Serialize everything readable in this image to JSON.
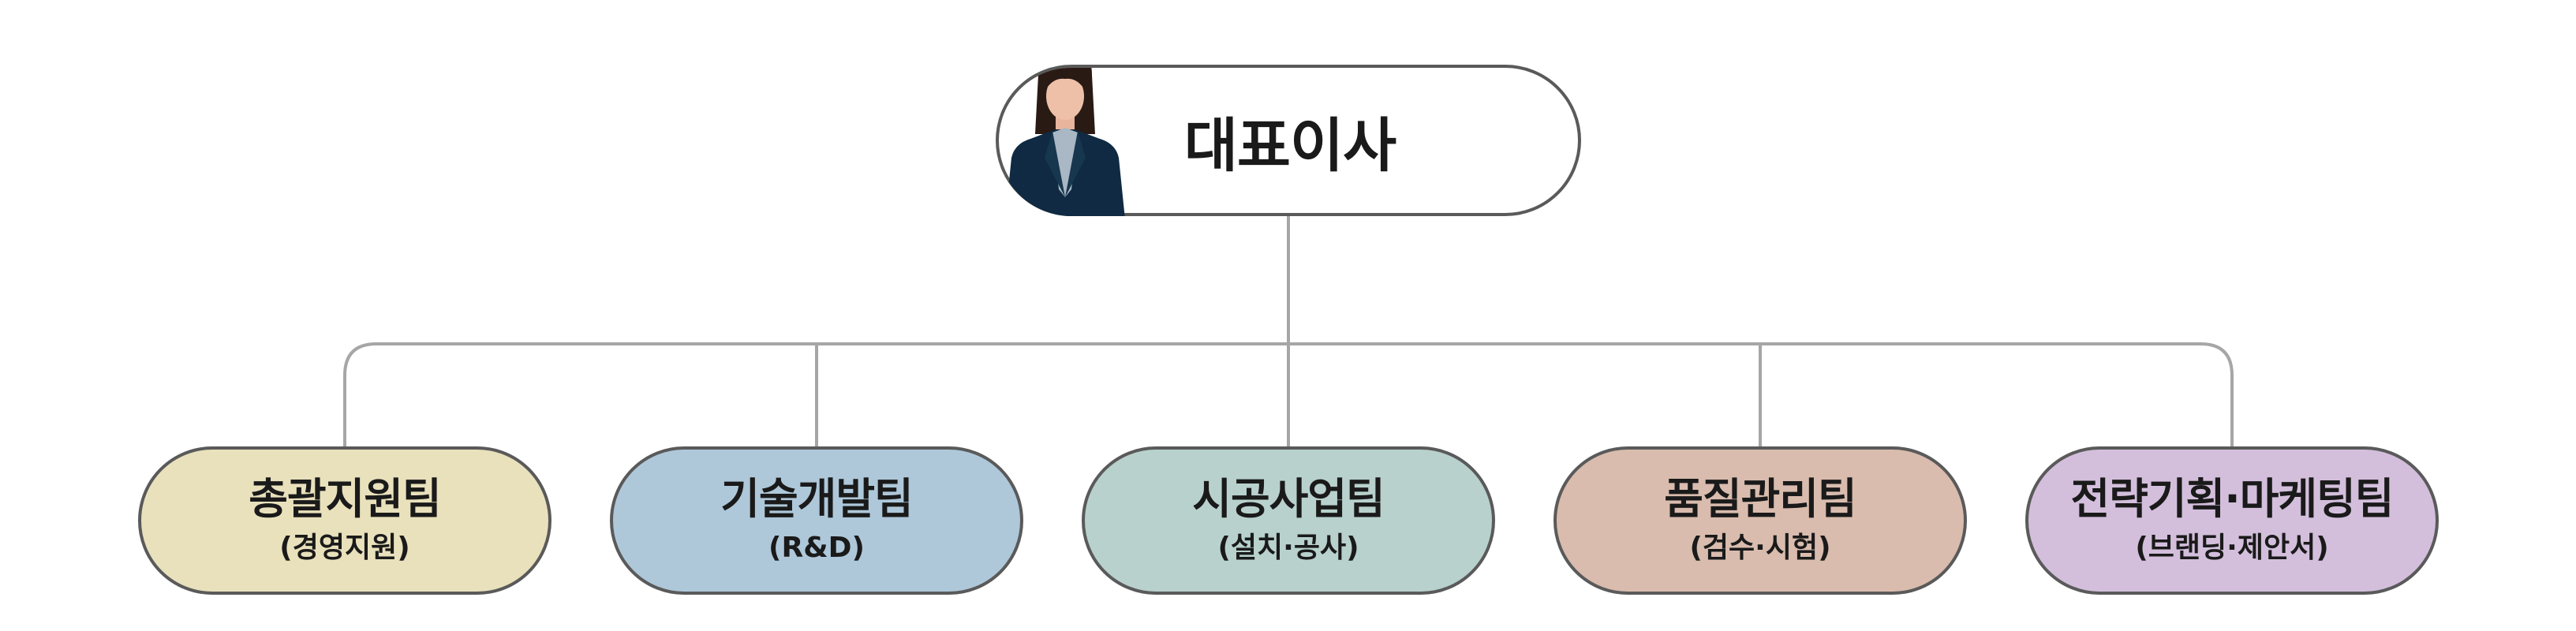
{
  "ceo": {
    "title": "대표이사",
    "avatar_icon": "person-avatar-icon"
  },
  "teams": [
    {
      "name": "총괄지원팀",
      "sub": "(경영지원)",
      "color": "#e9e1bc"
    },
    {
      "name": "기술개발팀",
      "sub": "(R&D)",
      "color": "#aec8da"
    },
    {
      "name": "시공사업팀",
      "sub": "(설치·공사)",
      "color": "#b8d1cd"
    },
    {
      "name": "품질관리팀",
      "sub": "(검수·시험)",
      "color": "#d9bcae"
    },
    {
      "name": "전략기획·마케팅팀",
      "sub": "(브랜딩·제안서)",
      "color": "#d3bfdc"
    }
  ],
  "colors": {
    "connector": "#a6a6a6",
    "border": "#5a5a5a",
    "avatar_suit": "#0f2a42"
  }
}
